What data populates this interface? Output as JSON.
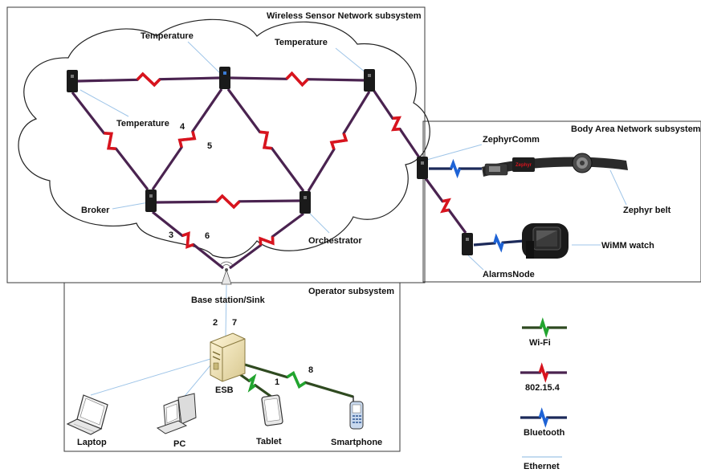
{
  "subsystems": {
    "wsn": "Wireless Sensor Network subsystem",
    "ban": "Body Area Network subsystem",
    "operator": "Operator subsystem"
  },
  "nodes": {
    "temperature_top": "Temperature",
    "temperature_right": "Temperature",
    "temperature_left": "Temperature",
    "broker": "Broker",
    "orchestrator": "Orchestrator",
    "zephyr_comm": "ZephyrComm",
    "zephyr_belt": "Zephyr belt",
    "alarms_node": "AlarmsNode",
    "wimm_watch": "WiMM watch",
    "base_station": "Base station/Sink",
    "esb": "ESB",
    "laptop": "Laptop",
    "pc": "PC",
    "tablet": "Tablet",
    "smartphone": "Smartphone"
  },
  "steps": {
    "s1": "1",
    "s2": "2",
    "s3": "3",
    "s4": "4",
    "s5": "5",
    "s6": "6",
    "s7": "7",
    "s8": "8"
  },
  "legend": {
    "wifi": "Wi-Fi",
    "zigbee": "802.15.4",
    "bluetooth": "Bluetooth",
    "ethernet": "Ethernet"
  },
  "belt_brand": "Zephyr",
  "colors": {
    "zigbee": "#d8141e",
    "zigbee_dark": "#4a2350",
    "wifi": "#22a52f",
    "wifi_dark": "#2f4a20",
    "bluetooth": "#1e63d6",
    "bluetooth_dark": "#1c2a5a",
    "ethernet": "#9fc5e8",
    "node": "#1a1a1a"
  }
}
